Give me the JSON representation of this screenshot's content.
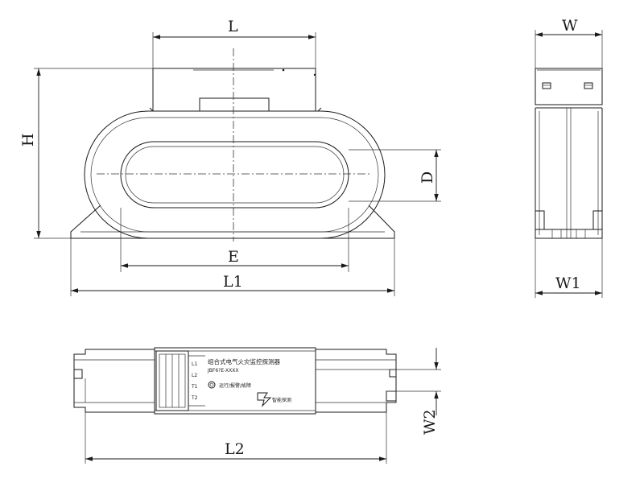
{
  "dimensions": {
    "L": "L",
    "H": "H",
    "D": "D",
    "E": "E",
    "L1": "L1",
    "W": "W",
    "W1": "W1",
    "W2": "W2",
    "L2": "L2"
  },
  "label_panel": {
    "title": "组合式电气火灾监控探测器",
    "model": "JBF6?E-XXXX",
    "status": "运行/报警/故障",
    "brand": "智能探测"
  },
  "terminals": [
    "L1",
    "L2",
    "T1",
    "T2"
  ]
}
